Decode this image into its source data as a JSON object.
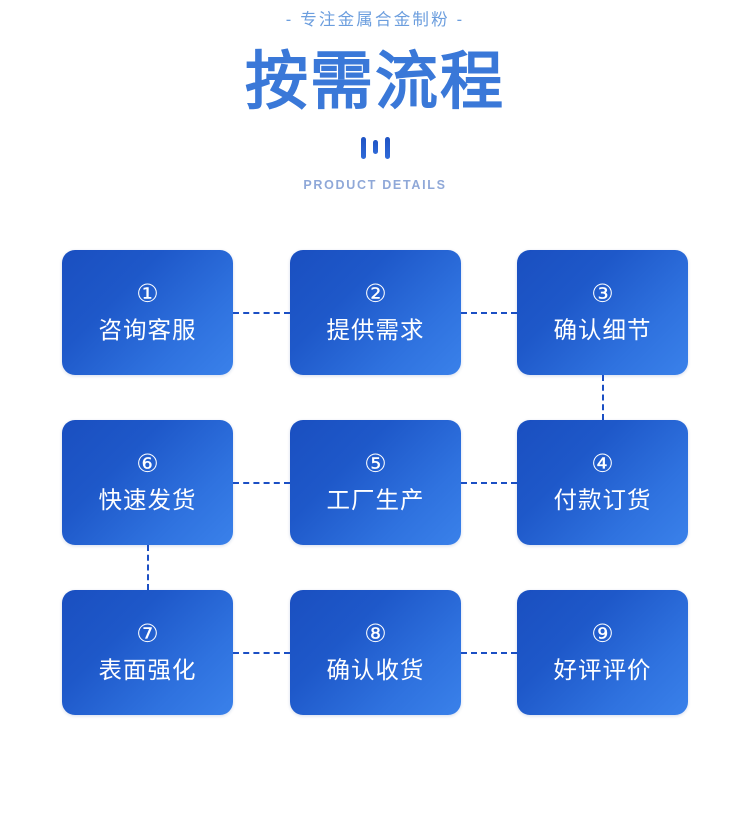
{
  "header": {
    "eyebrow": "- 专注金属合金制粉 -",
    "title": "按需流程",
    "subcaption": "PRODUCT DETAILS"
  },
  "colors": {
    "title_blue": "#3a78d8",
    "eyebrow_blue": "#6c9ede",
    "subcaption_blue": "#8fa8d8",
    "card_gradient_start": "#1a4fc0",
    "card_gradient_end": "#3a81ea",
    "connector_blue": "#1b4fc4",
    "background": "#ffffff"
  },
  "decor": {
    "bars": [
      "tall",
      "short",
      "tall"
    ]
  },
  "flow": {
    "rows": [
      {
        "direction": "left-to-right",
        "cards": [
          {
            "number": "①",
            "label": "咨询客服"
          },
          {
            "number": "②",
            "label": "提供需求"
          },
          {
            "number": "③",
            "label": "确认细节"
          }
        ]
      },
      {
        "direction": "right-to-left",
        "cards": [
          {
            "number": "⑥",
            "label": "快速发货"
          },
          {
            "number": "⑤",
            "label": "工厂生产"
          },
          {
            "number": "④",
            "label": "付款订货"
          }
        ]
      },
      {
        "direction": "left-to-right",
        "cards": [
          {
            "number": "⑦",
            "label": "表面强化"
          },
          {
            "number": "⑧",
            "label": "确认收货"
          },
          {
            "number": "⑨",
            "label": "好评评价"
          }
        ]
      }
    ]
  }
}
